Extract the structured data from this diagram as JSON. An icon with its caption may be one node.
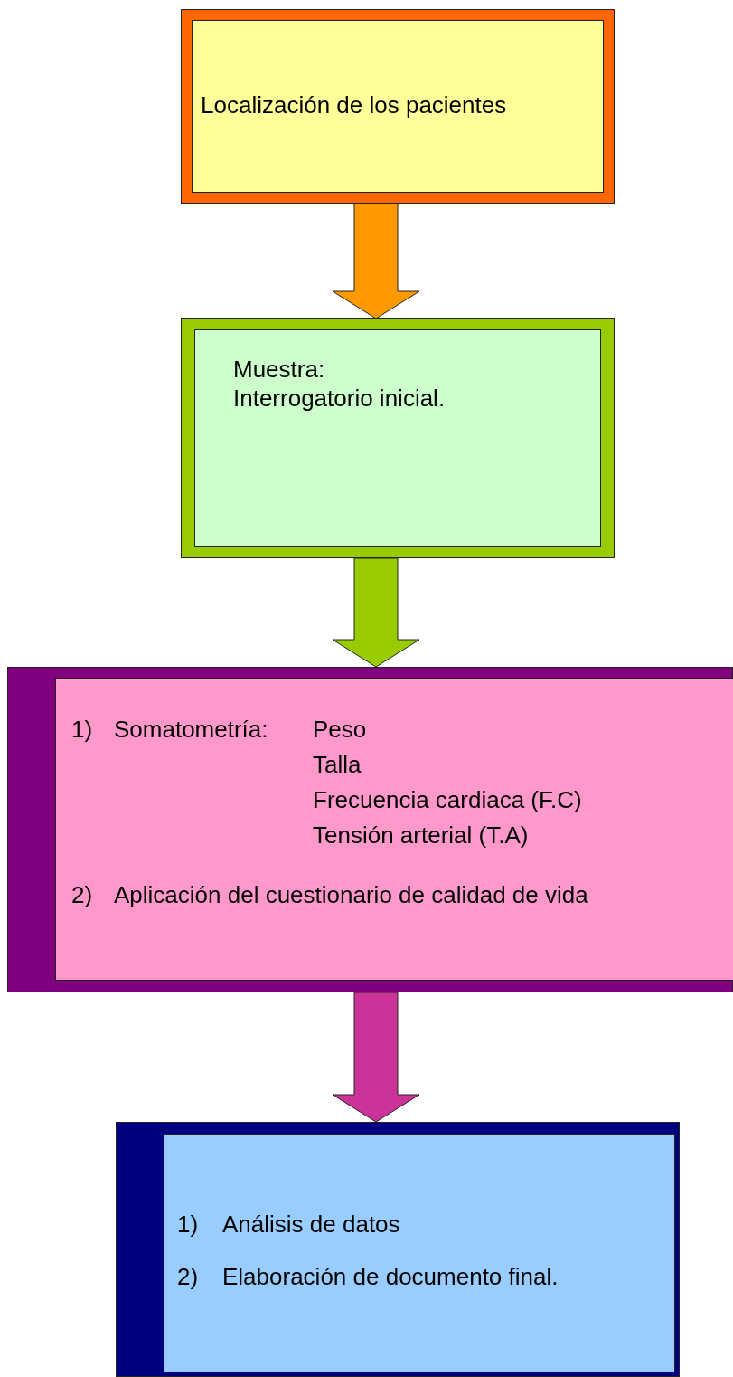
{
  "diagram": {
    "nodes": [
      {
        "text": [
          "Localización de los pacientes"
        ]
      },
      {
        "text": [
          "Muestra:",
          "Interrogatorio inicial."
        ]
      },
      {
        "text": [
          "1)",
          "Somatometría:",
          "Peso",
          "Talla",
          "Frecuencia cardiaca (F.C)",
          "Tensión arterial (T.A)",
          "2)",
          "Aplicación del cuestionario de calidad de vida"
        ]
      },
      {
        "text": [
          "1)",
          "Análisis de datos",
          "2)",
          "Elaboración de documento final."
        ]
      }
    ],
    "edges": [
      {
        "from": 0,
        "to": 1,
        "arrow": "to",
        "color": "#ff9900"
      },
      {
        "from": 1,
        "to": 2,
        "arrow": "to",
        "color": "#99cc00"
      },
      {
        "from": 2,
        "to": 3,
        "arrow": "to",
        "color": "#cc3399"
      }
    ]
  }
}
